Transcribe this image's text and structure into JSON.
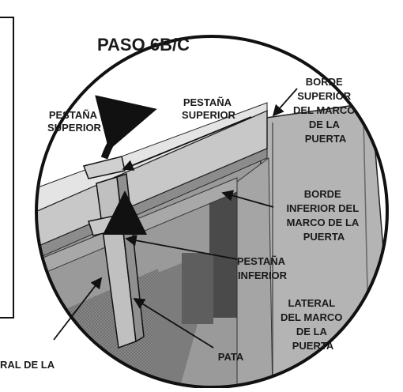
{
  "diagram": {
    "title": "PASO 6B/C",
    "labels": {
      "upper_tab": [
        "PESTAÑA",
        "SUPERIOR"
      ],
      "upper_tab_right": [
        "PESTAÑA",
        "SUPERIOR"
      ],
      "top_edge": [
        "BORDE",
        "SUPERIOR",
        "DEL MARCO",
        "DE LA",
        "PUERTA"
      ],
      "bottom_edge": [
        "BORDE",
        "INFERIOR DEL",
        "MARCO DE LA",
        "PUERTA"
      ],
      "lower_tab": [
        "PESTAÑA",
        "INFERIOR"
      ],
      "side_frame": [
        "LATERAL",
        "DEL MARCO",
        "DE LA",
        "PUERTA"
      ],
      "leg": "PATA",
      "partial_side": "RAL DE LA"
    }
  }
}
